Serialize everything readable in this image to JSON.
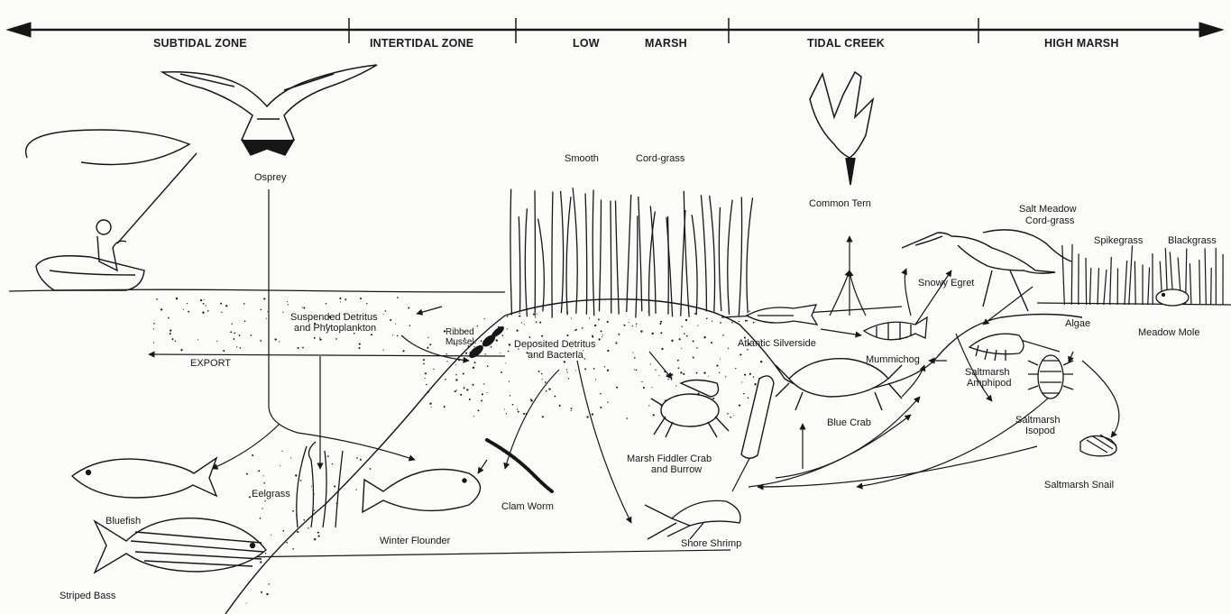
{
  "zones": {
    "subtidal": "SUBTIDAL ZONE",
    "intertidal": "INTERTIDAL ZONE",
    "low": "LOW",
    "marsh": "MARSH",
    "tidal_creek": "TIDAL CREEK",
    "high_marsh": "HIGH MARSH"
  },
  "labels": {
    "osprey": "Osprey",
    "smooth": "Smooth",
    "cord_grass": "Cord-grass",
    "common_tern": "Common Tern",
    "salt_meadow_1": "Salt Meadow",
    "salt_meadow_2": "Cord-grass",
    "spikegrass": "Spikegrass",
    "blackgrass": "Blackgrass",
    "snowy_egret": "Snowy Egret",
    "suspended_1": "Suspended Detritus",
    "suspended_2": "and Phytoplankton",
    "ribbed_1": "Ribbed",
    "ribbed_2": "Mussel",
    "deposited_1": "Deposited Detritus",
    "deposited_2": "and Bacteria",
    "atlantic_silverside": "Atlantic Silverside",
    "mummichog": "Mummichog",
    "algae": "Algae",
    "meadow_mole": "Meadow Mole",
    "export": "EXPORT",
    "saltmarsh_amphipod_1": "Saltmarsh",
    "saltmarsh_amphipod_2": "Amphipod",
    "blue_crab": "Blue Crab",
    "saltmarsh_isopod_1": "Saltmarsh",
    "saltmarsh_isopod_2": "Isopod",
    "fiddler_1": "Marsh Fiddler Crab",
    "fiddler_2": "and Burrow",
    "eelgrass": "Eelgrass",
    "clam_worm": "Clam Worm",
    "saltmarsh_snail": "Saltmarsh Snail",
    "bluefish": "Bluefish",
    "winter_flounder": "Winter Flounder",
    "shore_shrimp": "Shore Shrimp",
    "striped_bass": "Striped Bass"
  },
  "colors": {
    "ink": "#161616",
    "paper": "#fbfbf9"
  }
}
